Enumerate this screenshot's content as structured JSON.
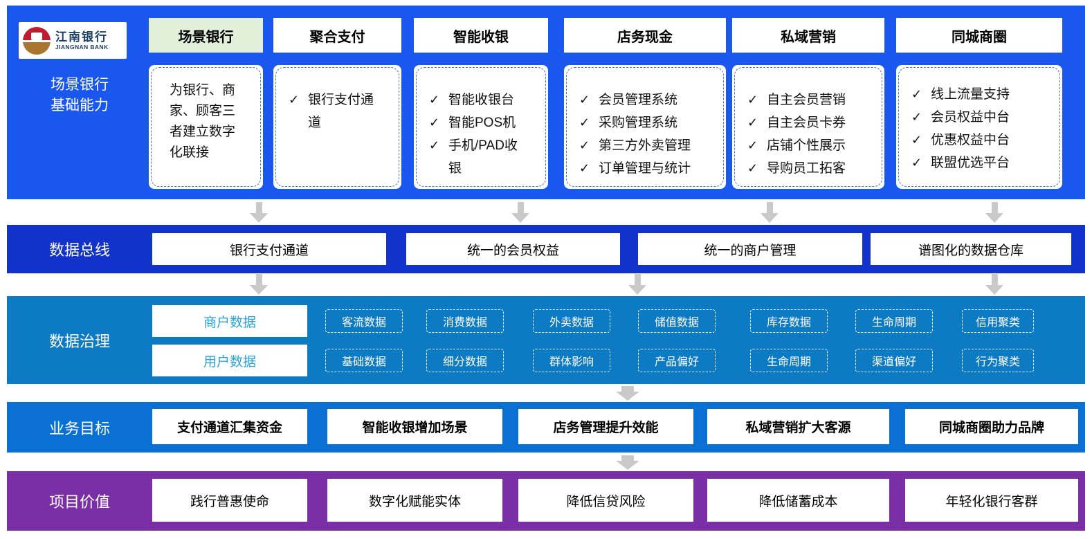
{
  "colors": {
    "band_capability": "#1a57ee",
    "band_data_bus": "#1133cb",
    "band_data_governance": "#0d7ac4",
    "band_business_goals": "#0b70d4",
    "band_project_values": "#7b2fa6",
    "active_tab_bg": "#e2efd9",
    "dashed_border": "#4472c4",
    "category_text": "#29a3dc",
    "arrow": "#c9c9c9",
    "logo_red": "#c11a31",
    "logo_gold": "#a9762f",
    "logo_navy": "#1c3f66"
  },
  "icons": {
    "check": "✓"
  },
  "logo": {
    "name_cn": "江南银行",
    "name_en": "JIANGNAN BANK"
  },
  "capability": {
    "row_label": "场景银行\n基础能力",
    "tabs": [
      "场景银行",
      "聚合支付",
      "智能收银",
      "店务现金",
      "私域营销",
      "同城商圈"
    ],
    "columns": [
      {
        "text": "为银行、商家、顾客三者建立数字化联接"
      },
      {
        "items": [
          "银行支付通道"
        ]
      },
      {
        "items": [
          "智能收银台",
          "智能POS机",
          "手机/PAD收银"
        ]
      },
      {
        "items": [
          "会员管理系统",
          "采购管理系统",
          "第三方外卖管理",
          "订单管理与统计"
        ]
      },
      {
        "items": [
          "自主会员营销",
          "自主会员卡券",
          "店铺个性展示",
          "导购员工拓客"
        ]
      },
      {
        "items": [
          "线上流量支持",
          "会员权益中台",
          "优惠权益中台",
          "联盟优选平台"
        ]
      }
    ]
  },
  "data_bus": {
    "row_label": "数据总线",
    "boxes": [
      "银行支付通道",
      "统一的会员权益",
      "统一的商户管理",
      "谱图化的数据仓库"
    ]
  },
  "data_governance": {
    "row_label": "数据治理",
    "merchant": {
      "category": "商户数据",
      "tags": [
        "客流数据",
        "消费数据",
        "外卖数据",
        "储值数据",
        "库存数据",
        "生命周期",
        "信用聚类"
      ]
    },
    "user": {
      "category": "用户数据",
      "tags": [
        "基础数据",
        "细分数据",
        "群体影响",
        "产品偏好",
        "生命周期",
        "渠道偏好",
        "行为聚类"
      ]
    }
  },
  "business_goals": {
    "row_label": "业务目标",
    "boxes": [
      "支付通道汇集资金",
      "智能收银增加场景",
      "店务管理提升效能",
      "私域营销扩大客源",
      "同城商圈助力品牌"
    ]
  },
  "project_values": {
    "row_label": "项目价值",
    "boxes": [
      "践行普惠使命",
      "数字化赋能实体",
      "降低信贷风险",
      "降低储蓄成本",
      "年轻化银行客群"
    ]
  }
}
